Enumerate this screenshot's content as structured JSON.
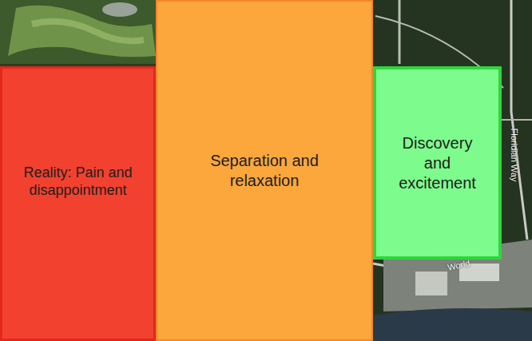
{
  "diagram": {
    "nodes": [
      {
        "text": [
          "Reality: Pain and disappointment"
        ]
      },
      {
        "text": [
          "Separation and relaxation"
        ]
      },
      {
        "text": [
          "Discovery and excitement"
        ]
      }
    ],
    "labels": [
      "Floridian Way",
      "World"
    ]
  }
}
